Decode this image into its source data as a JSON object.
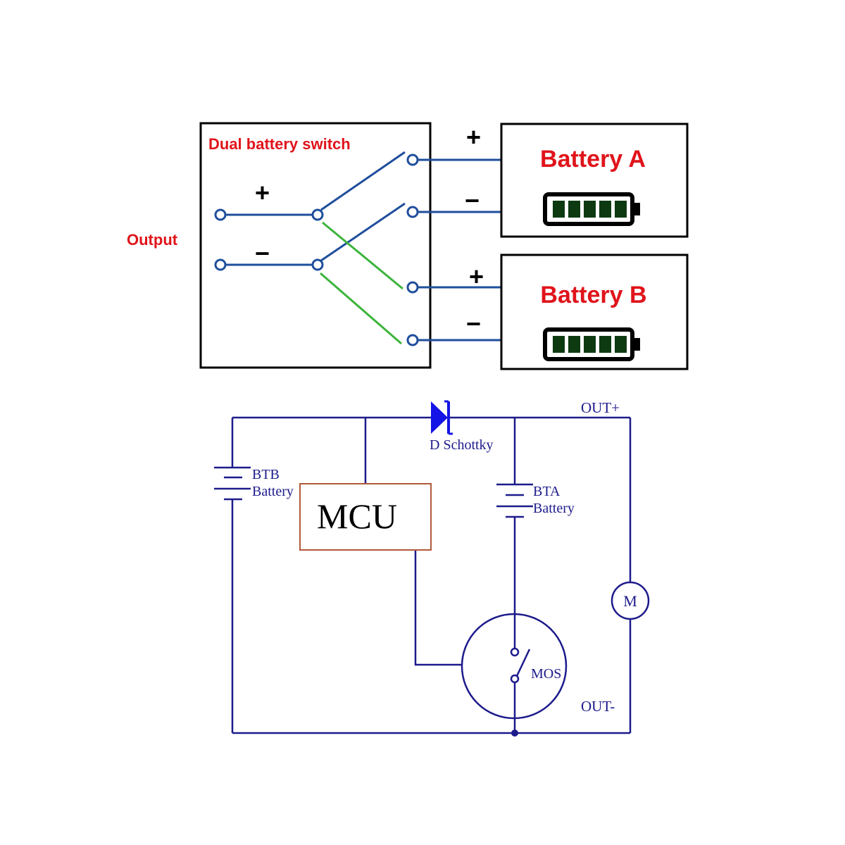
{
  "switch_diagram": {
    "switch_title": "Dual battery switch",
    "output_label": "Output",
    "output_plus": "+",
    "output_minus": "−",
    "battery_a": {
      "name": "Battery A",
      "plus": "+",
      "minus": "−"
    },
    "battery_b": {
      "name": "Battery B",
      "plus": "+",
      "minus": "−"
    },
    "colors": {
      "label_red": "#e0141b",
      "wire_blue": "#1f4e9c",
      "bridge_green": "#3cb43c",
      "battery_cell_green": "#0e3a12"
    }
  },
  "circuit": {
    "out_plus": "OUT+",
    "out_minus": "OUT-",
    "diode": "D Schottky",
    "btb_line1": "BTB",
    "btb_line2": "Battery",
    "bta_line1": "BTA",
    "bta_line2": "Battery",
    "mcu": "MCU",
    "mos": "MOS",
    "motor": "M",
    "colors": {
      "wire_navy": "#1d1b8c",
      "diode_blue": "#1414e6",
      "mcu_border": "#b05a3a"
    }
  }
}
